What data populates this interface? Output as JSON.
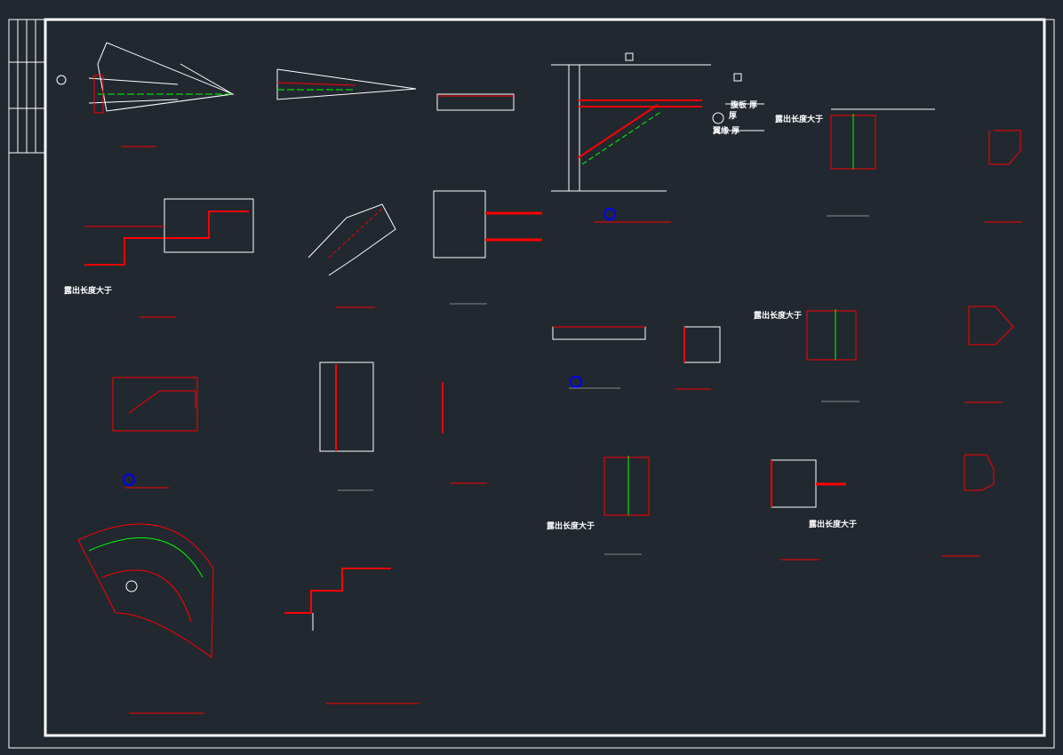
{
  "colors": {
    "background": "#212830",
    "line": "#ffffff",
    "weld": "#ff0000",
    "center": "#00ff00",
    "marker": "#0000ff"
  },
  "labels": {
    "exposed_length_1": "露出长度大于",
    "exposed_length_2": "露出长度大于",
    "exposed_length_3": "露出长度大于",
    "exposed_length_4": "露出长度大于",
    "exposed_length_5": "露出长度大于",
    "web_thickness": "腹板 厚",
    "thickness": "厚",
    "flange_thickness": "翼缘 厚"
  }
}
